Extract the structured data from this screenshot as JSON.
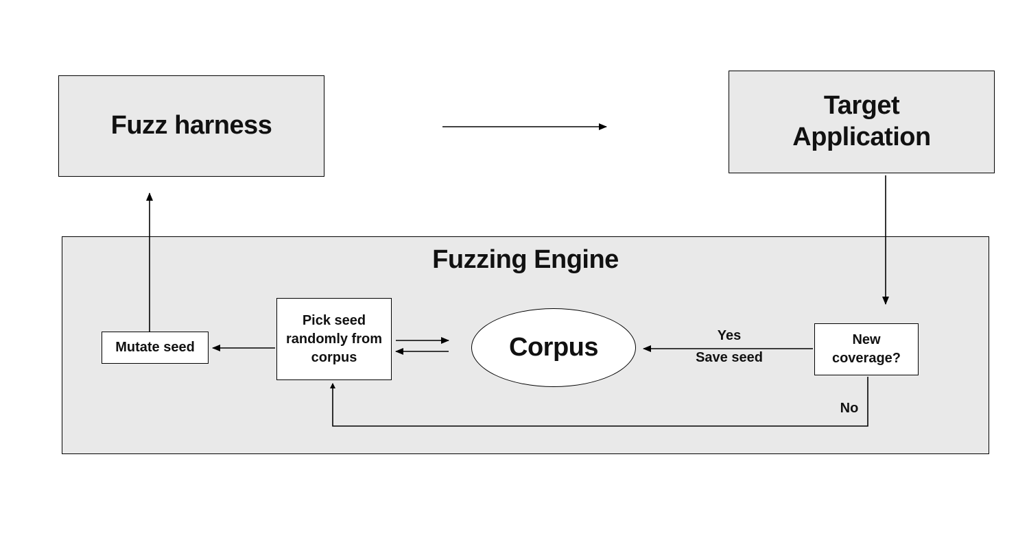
{
  "nodes": {
    "fuzz_harness": "Fuzz harness",
    "target_application": "Target Application",
    "fuzzing_engine": "Fuzzing Engine",
    "mutate_seed": "Mutate seed",
    "pick_seed": "Pick seed randomly from corpus",
    "corpus": "Corpus",
    "new_coverage": "New coverage?"
  },
  "edges": {
    "yes": "Yes",
    "save_seed": "Save seed",
    "no": "No"
  },
  "colors": {
    "node_fill": "#e9e9e9",
    "inner_node_fill": "#ffffff",
    "stroke": "#000000",
    "background": "#ffffff"
  }
}
